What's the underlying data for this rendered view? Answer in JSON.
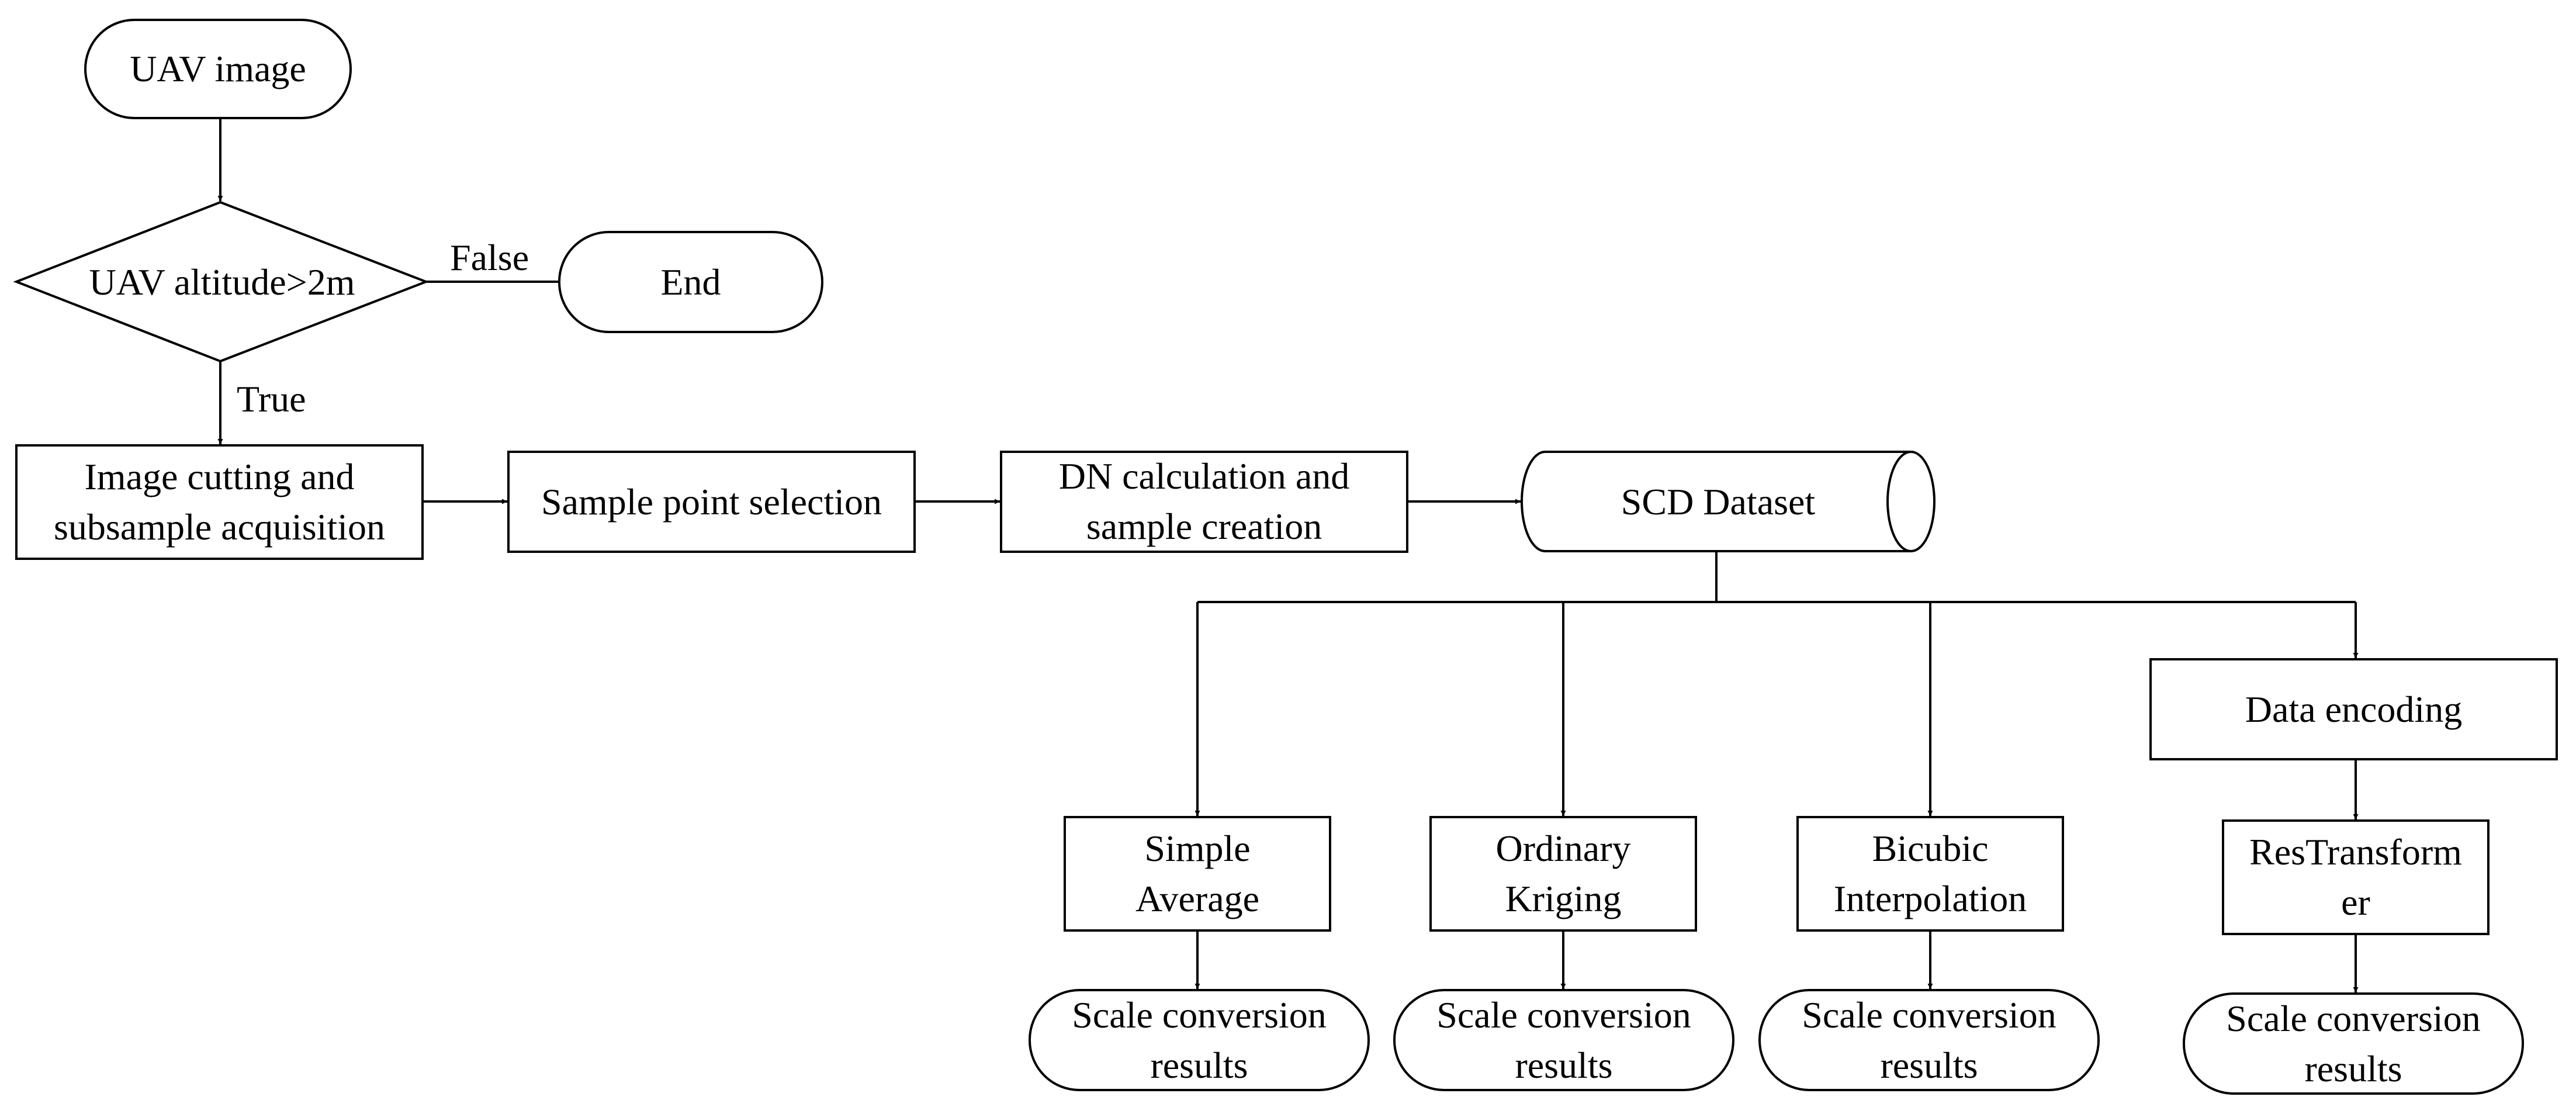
{
  "nodes": {
    "uav_image": "UAV image",
    "altitude_check": "UAV altitude>2m",
    "end": "End",
    "image_cutting": "Image cutting and\nsubsample acquisition",
    "sample_point": "Sample point selection",
    "dn_calc": "DN calculation and\nsample creation",
    "scd_dataset": "SCD Dataset",
    "data_encoding": "Data encoding",
    "simple_average": "Simple\nAverage",
    "ordinary_kriging": "Ordinary\nKriging",
    "bicubic": "Bicubic\nInterpolation",
    "restransformer": "ResTransform\ner",
    "result_1": "Scale conversion\nresults",
    "result_2": "Scale conversion\nresults",
    "result_3": "Scale conversion\nresults",
    "result_4": "Scale conversion\nresults"
  },
  "edges": {
    "false_label": "False",
    "true_label": "True"
  },
  "colors": {
    "stroke": "#000000",
    "fill": "#ffffff"
  }
}
